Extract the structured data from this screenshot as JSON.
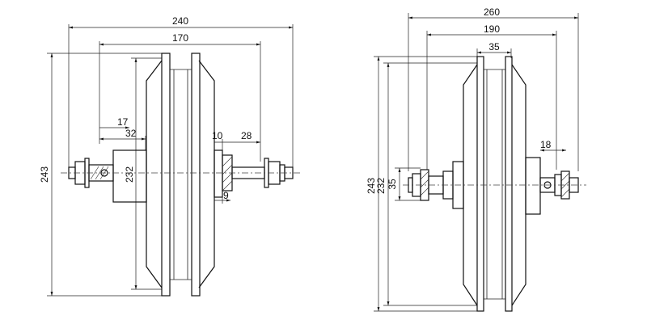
{
  "left_view": {
    "dims": {
      "overall_width": "240",
      "hub_width": "170",
      "left_axle": "17",
      "left_flange": "32",
      "right_flange": "10",
      "right_axle": "28",
      "bottom_small": "9",
      "outer_height": "243",
      "inner_height": "232"
    }
  },
  "right_view": {
    "dims": {
      "overall_width": "260",
      "hub_width": "190",
      "rim_width": "35",
      "right_axle": "18",
      "outer_height": "243",
      "inner_height": "232",
      "hub_height": "35"
    }
  }
}
